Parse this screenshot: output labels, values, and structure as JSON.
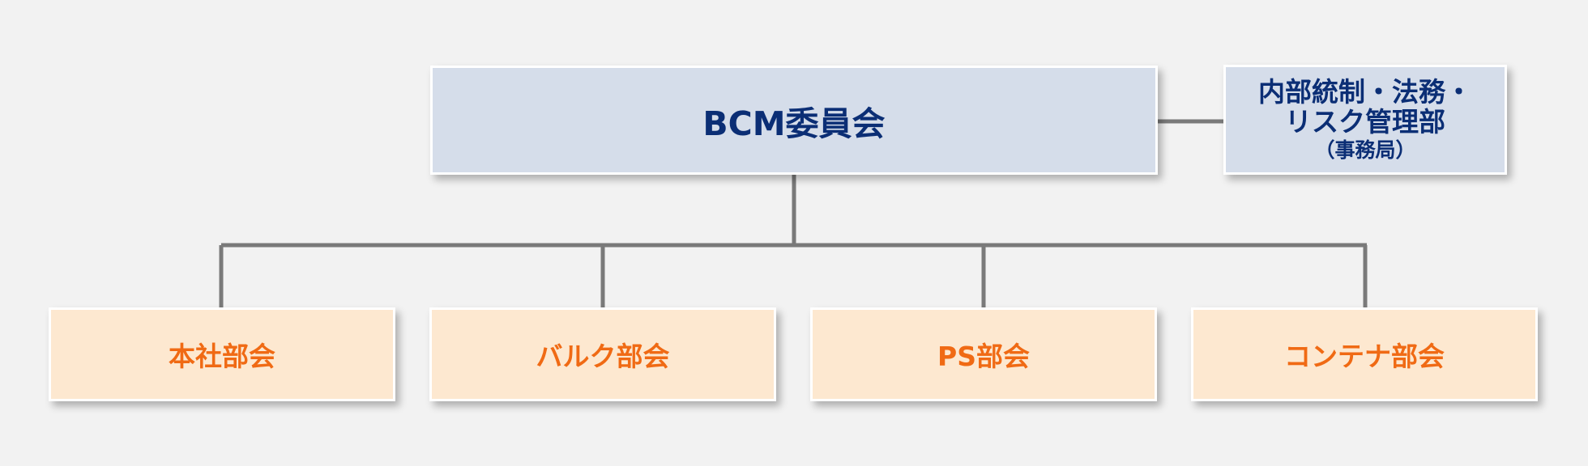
{
  "colors": {
    "background": "#f2f2f2",
    "connector": "#7a7a7a",
    "main_fill": "#d5ddea",
    "main_text": "#0b2e75",
    "dept_fill": "#fde8d0",
    "dept_text": "#f06a14",
    "shadow": "rgba(0,0,0,0.28)"
  },
  "committee": {
    "label": "BCM委員会"
  },
  "secretariat": {
    "line1": "内部統制・法務・",
    "line2": "リスク管理部",
    "sub": "（事務局）"
  },
  "departments": [
    {
      "label": "本社部会"
    },
    {
      "label": "バルク部会"
    },
    {
      "label": "PS部会"
    },
    {
      "label": "コンテナ部会"
    }
  ]
}
